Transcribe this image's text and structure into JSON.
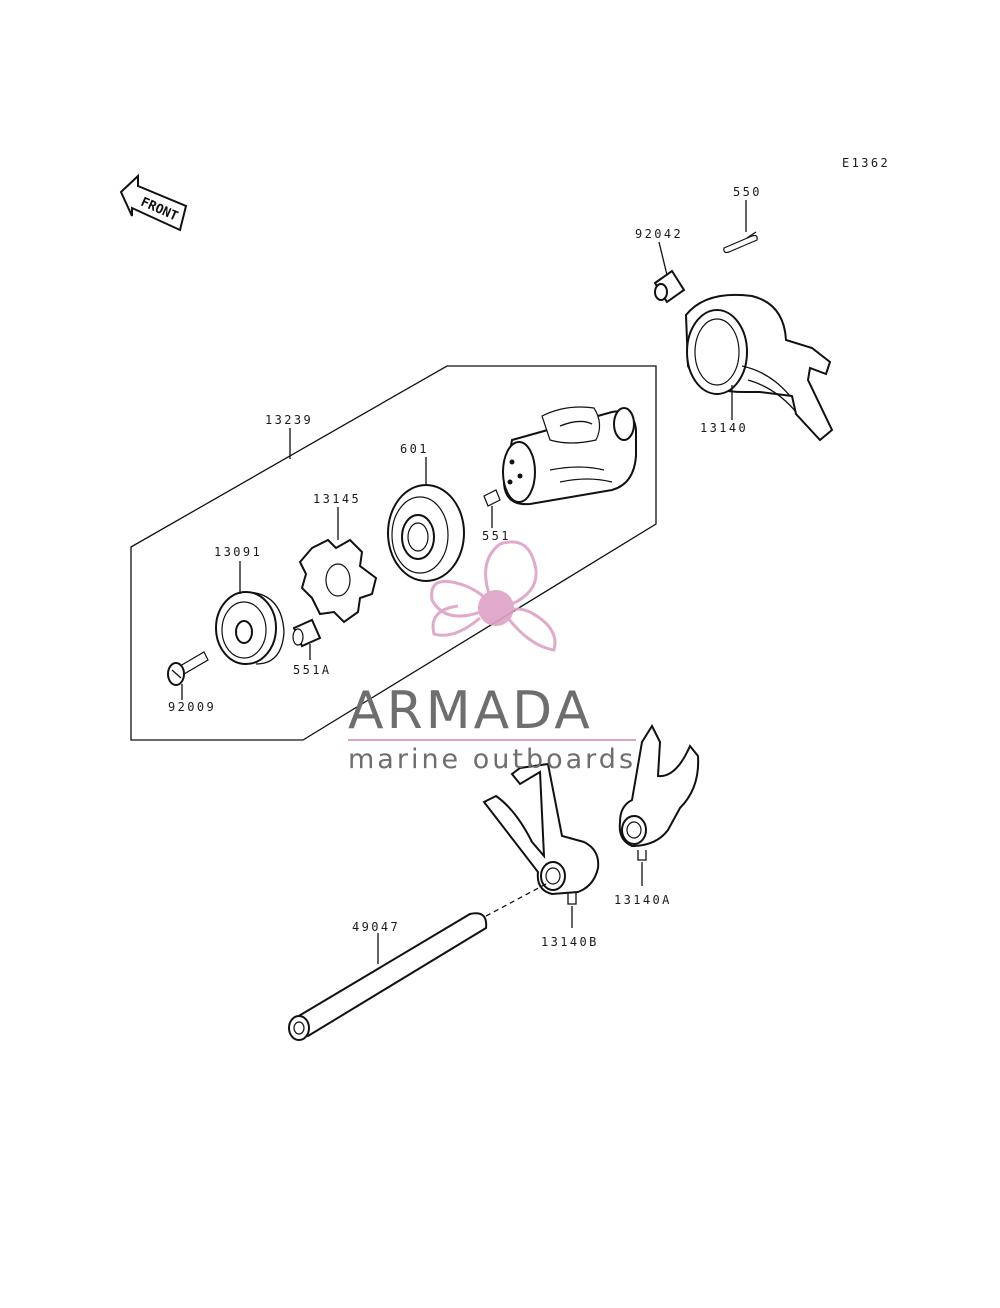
{
  "diagram": {
    "code": "E1362",
    "front_label": "FRONT",
    "parts": {
      "p550": "550",
      "p92042": "92042",
      "p13140": "13140",
      "p13239": "13239",
      "p601": "601",
      "p13145": "13145",
      "p551": "551",
      "p13091": "13091",
      "p551A": "551A",
      "p92009": "92009",
      "p49047": "49047",
      "p13140B": "13140B",
      "p13140A": "13140A"
    }
  },
  "watermark": {
    "brand": "ARMADA",
    "tagline": "marine outboards",
    "accent_color": "#e0a3c6",
    "text_color": "#6e6e6e",
    "icon": "propeller-icon"
  }
}
